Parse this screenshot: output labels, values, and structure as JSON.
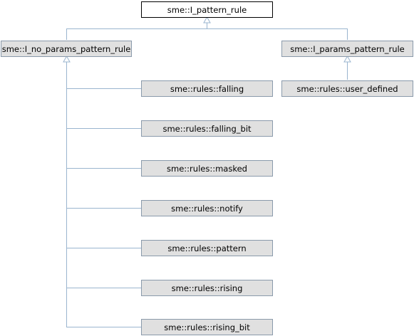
{
  "diagram": {
    "nodes": {
      "root": "sme::I_pattern_rule",
      "no_params": "sme::I_no_params_pattern_rule",
      "params": "sme::I_params_pattern_rule",
      "falling": "sme::rules::falling",
      "falling_bit": "sme::rules::falling_bit",
      "masked": "sme::rules::masked",
      "notify": "sme::rules::notify",
      "pattern": "sme::rules::pattern",
      "rising": "sme::rules::rising",
      "rising_bit": "sme::rules::rising_bit",
      "user_defined": "sme::rules::user_defined"
    },
    "colors": {
      "edge": "#9ab5cf",
      "node_fill": "#e0e0e0",
      "node_border": "#8a9aab",
      "root_fill": "#ffffff",
      "root_border": "#000000"
    }
  }
}
